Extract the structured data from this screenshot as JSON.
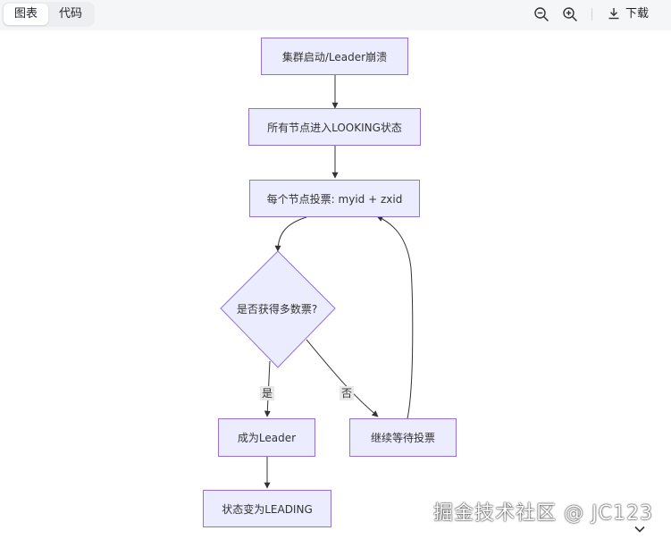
{
  "toolbar": {
    "tabs": [
      {
        "label": "图表",
        "active": true
      },
      {
        "label": "代码",
        "active": false
      }
    ],
    "zoom_out_icon": "zoom-out-icon",
    "zoom_in_icon": "zoom-in-icon",
    "download_label": "下载"
  },
  "diagram": {
    "nodes": {
      "start": "集群启动/Leader崩溃",
      "looking": "所有节点进入LOOKING状态",
      "vote": "每个节点投票: myid + zxid",
      "decision": "是否获得多数票?",
      "leader": "成为Leader",
      "continue": "继续等待投票",
      "leading": "状态变为LEADING"
    },
    "edge_labels": {
      "yes": "是",
      "no": "否"
    }
  },
  "watermark": "掘金技术社区 @ JC123",
  "colors": {
    "node_fill": "#ececff",
    "node_stroke": "#9370db",
    "edge": "#333333"
  }
}
